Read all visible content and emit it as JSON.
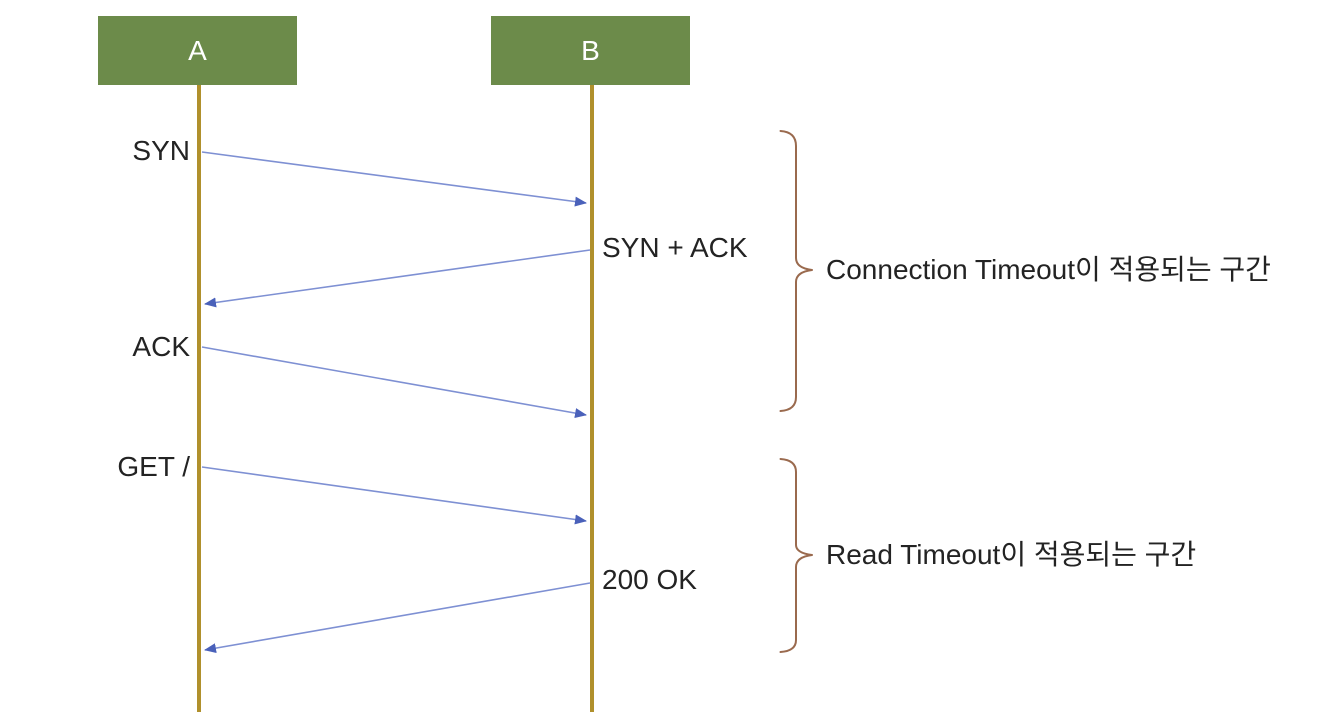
{
  "diagram": {
    "title": "TCP handshake / HTTP request sequence diagram",
    "actors": [
      {
        "label": "A"
      },
      {
        "label": "B"
      }
    ],
    "messages": [
      {
        "label": "SYN",
        "from": "A",
        "to": "B"
      },
      {
        "label": "SYN + ACK",
        "from": "B",
        "to": "A"
      },
      {
        "label": "ACK",
        "from": "A",
        "to": "B"
      },
      {
        "label": "GET /",
        "from": "A",
        "to": "B"
      },
      {
        "label": "200 OK",
        "from": "B",
        "to": "A"
      }
    ],
    "annotations": [
      {
        "label": "Connection Timeout이 적용되는 구간"
      },
      {
        "label": "Read Timeout이 적용되는 구간"
      }
    ],
    "colors": {
      "actor-green": "#6c8b4a",
      "lifeline-gold": "#b0902c",
      "arrow-line": "#7e90d3",
      "arrow-head": "#4a61ba",
      "brace-brown": "#9a6a4e",
      "label-ink": "#232323",
      "page-bg": "#ffffff"
    }
  }
}
